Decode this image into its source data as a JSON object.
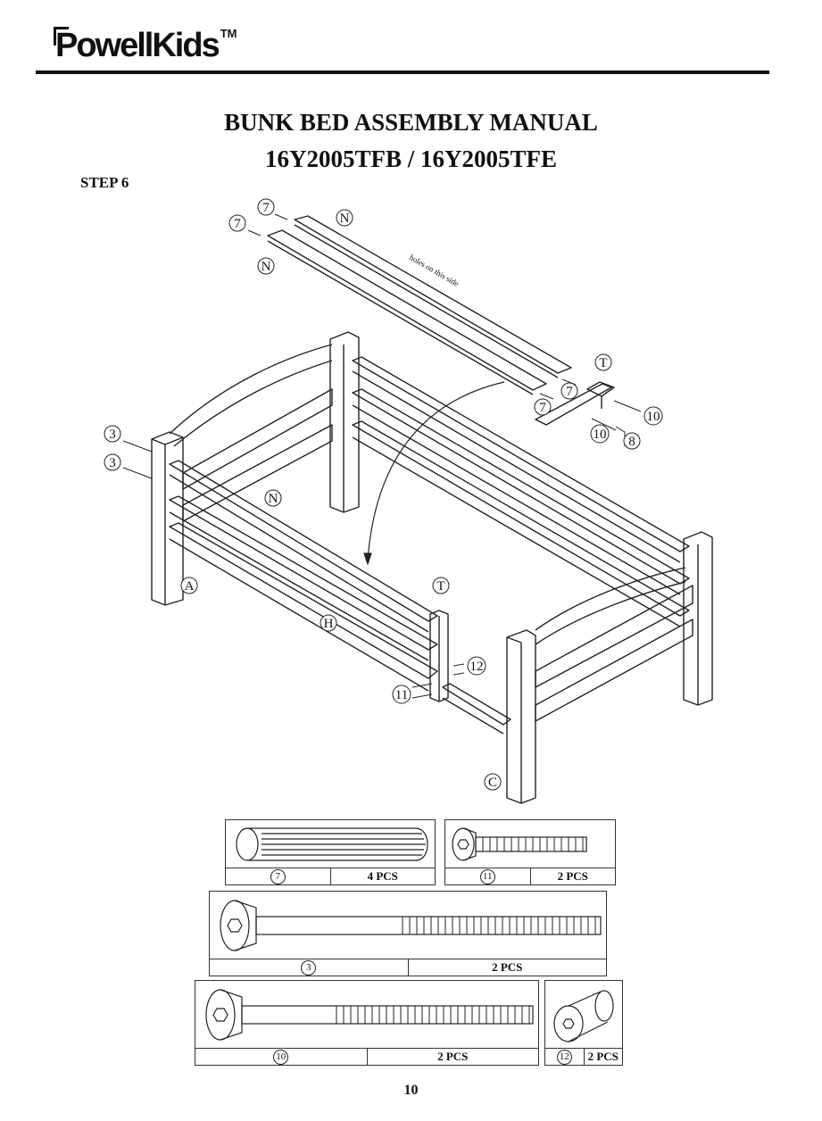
{
  "header": {
    "brand": "PowellKids",
    "trademark": "TM"
  },
  "title_line1": "BUNK BED ASSEMBLY MANUAL",
  "title_line2": "16Y2005TFB / 16Y2005TFE",
  "step_label": "STEP 6",
  "callouts": {
    "part_7": "7",
    "part_N": "N",
    "part_T": "T",
    "part_10": "10",
    "part_8": "8",
    "part_3": "3",
    "part_A": "A",
    "part_H": "H",
    "part_12": "12",
    "part_11": "11",
    "part_C": "C",
    "note": "holes on this side"
  },
  "hardware": [
    {
      "id": "7",
      "qty": "4 PCS",
      "icon": "dowel-icon"
    },
    {
      "id": "11",
      "qty": "2 PCS",
      "icon": "short-bolt-icon"
    },
    {
      "id": "3",
      "qty": "2 PCS",
      "icon": "long-bolt-icon"
    },
    {
      "id": "10",
      "qty": "2 PCS",
      "icon": "medium-bolt-icon"
    },
    {
      "id": "12",
      "qty": "2 PCS",
      "icon": "barrel-nut-icon"
    }
  ],
  "page_number": "10"
}
